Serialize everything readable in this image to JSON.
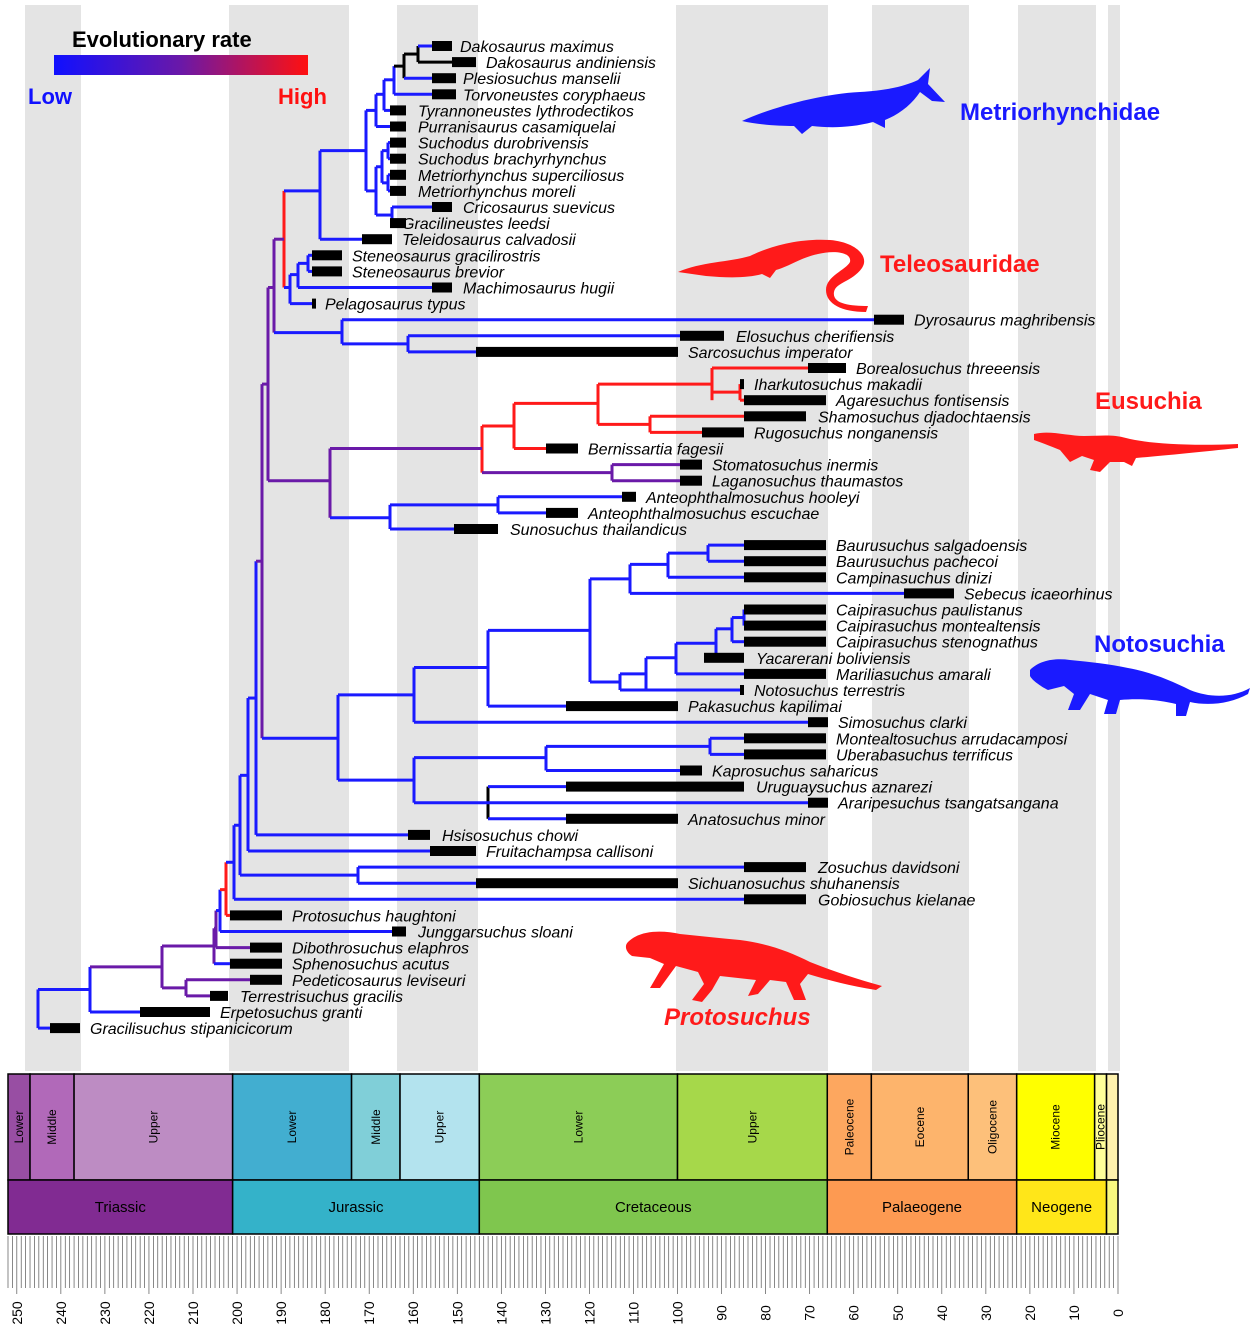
{
  "legend": {
    "title": "Evolutionary rate",
    "low_label": "Low",
    "high_label": "High",
    "low_color": "#1010ff",
    "high_color": "#ff1010"
  },
  "colors": {
    "low": "#1a1aff",
    "mid": "#6a1aa8",
    "high": "#ff1a1a",
    "band": "#e4e4e4",
    "range_bar": "#000000"
  },
  "clades": [
    {
      "label": "Metriorhynchidae",
      "color": "#1a1aff",
      "silhouette": "marine-crocodile-silhouette"
    },
    {
      "label": "Teleosauridae",
      "color": "#ff1a1a",
      "silhouette": "teleosaur-silhouette"
    },
    {
      "label": "Eusuchia",
      "color": "#ff1a1a",
      "silhouette": "crocodile-silhouette"
    },
    {
      "label": "Notosuchia",
      "color": "#1a1aff",
      "silhouette": "notosuchian-silhouette"
    },
    {
      "label": "Protosuchus",
      "color": "#ff1a1a",
      "silhouette": "protosuchus-silhouette",
      "italic": true
    }
  ],
  "taxa": [
    "Dakosaurus maximus",
    "Dakosaurus andiniensis",
    "Plesiosuchus manselii",
    "Torvoneustes coryphaeus",
    "Tyrannoneustes lythrodectikos",
    "Purranisaurus casamiquelai",
    "Suchodus durobrivensis",
    "Suchodus brachyrhynchus",
    "Metriorhynchus superciliosus",
    "Metriorhynchus moreli",
    "Cricosaurus suevicus",
    "Gracilineustes leedsi",
    "Teleidosaurus calvadosii",
    "Steneosaurus gracilirostris",
    "Steneosaurus brevior",
    "Machimosaurus hugii",
    "Pelagosaurus typus",
    "Dyrosaurus maghribensis",
    "Elosuchus cherifiensis",
    "Sarcosuchus imperator",
    "Borealosuchus threeensis",
    "Iharkutosuchus makadii",
    "Agaresuchus fontisensis",
    "Shamosuchus djadochtaensis",
    "Rugosuchus nonganensis",
    "Bernissartia fagesii",
    "Stomatosuchus inermis",
    "Laganosuchus thaumastos",
    "Anteophthalmosuchus hooleyi",
    "Anteophthalmosuchus escuchae",
    "Sunosuchus thailandicus",
    "Baurusuchus salgadoensis",
    "Baurusuchus pachecoi",
    "Campinasuchus dinizi",
    "Sebecus icaeorhinus",
    "Caipirasuchus paulistanus",
    "Caipirasuchus montealtensis",
    "Caipirasuchus stenognathus",
    "Yacarerani boliviensis",
    "Mariliasuchus amarali",
    "Notosuchus terrestris",
    "Pakasuchus kapilimai",
    "Simosuchus clarki",
    "Montealtosuchus arrudacamposi",
    "Uberabasuchus terrificus",
    "Kaprosuchus saharicus",
    "Uruguaysuchus aznarezi",
    "Araripesuchus tsangatsangana",
    "Anatosuchus minor",
    "Hsisosuchus chowi",
    "Fruitachampsa callisoni",
    "Zosuchus davidsoni",
    "Sichuanosuchus shuhanensis",
    "Gobiosuchus kielanae",
    "Protosuchus haughtoni",
    "Junggarsuchus sloani",
    "Dibothrosuchus elaphros",
    "Sphenosuchus acutus",
    "Pedeticosaurus leviseuri",
    "Terrestrisuchus gracilis",
    "Erpetosuchus granti",
    "Gracilisuchus stipanicicorum"
  ],
  "timescale": {
    "epochs": [
      {
        "name": "Lower",
        "start": 252,
        "end": 247,
        "color": "#984ea3"
      },
      {
        "name": "Middle",
        "start": 247,
        "end": 237,
        "color": "#b169b9"
      },
      {
        "name": "Upper",
        "start": 237,
        "end": 201,
        "color": "#bd8cc3"
      },
      {
        "name": "Lower",
        "start": 201,
        "end": 174,
        "color": "#42aed0"
      },
      {
        "name": "Middle",
        "start": 174,
        "end": 163,
        "color": "#80cfd8"
      },
      {
        "name": "Upper",
        "start": 163,
        "end": 145,
        "color": "#b3e3ee"
      },
      {
        "name": "Lower",
        "start": 145,
        "end": 100,
        "color": "#8ccd57"
      },
      {
        "name": "Upper",
        "start": 100,
        "end": 66,
        "color": "#a6d84a"
      },
      {
        "name": "Paleocene",
        "start": 66,
        "end": 56,
        "color": "#fda75f"
      },
      {
        "name": "Eocene",
        "start": 56,
        "end": 34,
        "color": "#fdb46c"
      },
      {
        "name": "Oligocene",
        "start": 34,
        "end": 23,
        "color": "#fdc07a"
      },
      {
        "name": "Miocene",
        "start": 23,
        "end": 5.3,
        "color": "#ffff00"
      },
      {
        "name": "Pliocene",
        "start": 5.3,
        "end": 2.6,
        "color": "#ffff99"
      },
      {
        "name": "",
        "start": 2.6,
        "end": 0,
        "color": "#fff2ae"
      }
    ],
    "periods": [
      {
        "name": "Triassic",
        "start": 252,
        "end": 201,
        "color": "#812b92"
      },
      {
        "name": "Jurassic",
        "start": 201,
        "end": 145,
        "color": "#34b2c9"
      },
      {
        "name": "Cretaceous",
        "start": 145,
        "end": 66,
        "color": "#7fc64e"
      },
      {
        "name": "Palaeogene",
        "start": 66,
        "end": 23,
        "color": "#fd9a52"
      },
      {
        "name": "Neogene",
        "start": 23,
        "end": 2.6,
        "color": "#ffe619"
      },
      {
        "name": "",
        "start": 2.6,
        "end": 0,
        "color": "#f9f97f"
      }
    ],
    "tick_labels": [
      "250",
      "240",
      "230",
      "220",
      "210",
      "200",
      "190",
      "180",
      "170",
      "160",
      "150",
      "140",
      "130",
      "120",
      "110",
      "100",
      "90",
      "80",
      "70",
      "60",
      "50",
      "40",
      "30",
      "20",
      "10",
      "0"
    ],
    "tick_values": [
      250,
      240,
      230,
      220,
      210,
      200,
      190,
      180,
      170,
      160,
      150,
      140,
      130,
      120,
      110,
      100,
      90,
      80,
      70,
      60,
      50,
      40,
      30,
      20,
      10,
      0
    ],
    "axis_max": 252,
    "axis_min": 0
  }
}
